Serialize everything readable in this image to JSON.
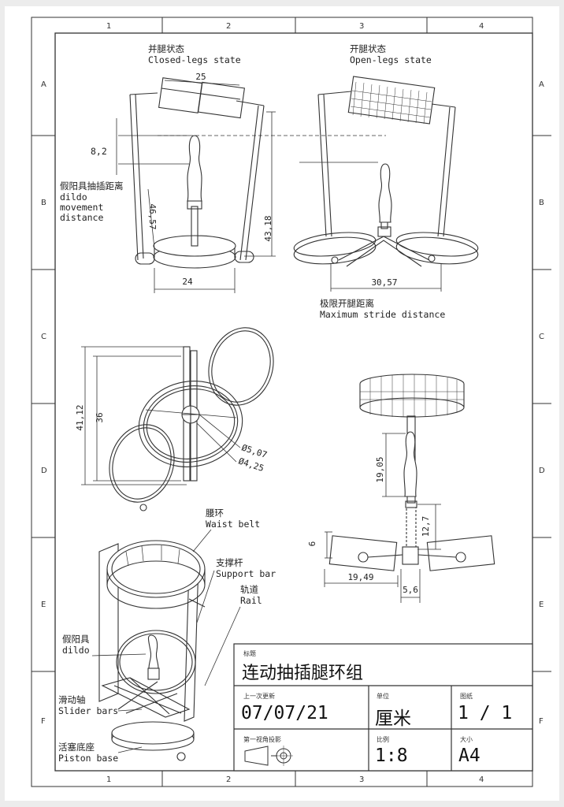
{
  "zones": {
    "columns": [
      "1",
      "2",
      "3",
      "4"
    ],
    "rows": [
      "A",
      "B",
      "C",
      "D",
      "E",
      "F"
    ]
  },
  "labels": {
    "closed_zh": "并腿状态",
    "closed_en": "Closed-legs state",
    "open_zh": "开腿状态",
    "open_en": "Open-legs state",
    "dildo_move_zh": "假阳具抽插距离",
    "dildo_move_en1": "dildo",
    "dildo_move_en2": "movement",
    "dildo_move_en3": "distance",
    "stride_zh": "极限开腿距离",
    "stride_en": "Maximum stride distance",
    "waist_zh": "腰环",
    "waist_en": "Waist belt",
    "support_zh": "支撑杆",
    "support_en": "Support bar",
    "rail_zh": "轨道",
    "rail_en": "Rail",
    "dildo_zh": "假阳具",
    "dildo_en": "dildo",
    "slider_zh": "滑动轴",
    "slider_en": "Slider bars",
    "piston_zh": "活塞底座",
    "piston_en": "Piston base"
  },
  "dimensions": {
    "d25": "25",
    "d8_2": "8,2",
    "d46_57": "46,57",
    "d43_18": "43,18",
    "d24": "24",
    "d30_57": "30,57",
    "d41_12": "41,12",
    "d36": "36",
    "d05_07": "Ø5,07",
    "d04_25": "Ø4,25",
    "d19_05": "19,05",
    "d12_7": "12,7",
    "d6": "6",
    "d19_49": "19,49",
    "d5_6": "5,6"
  },
  "title_block": {
    "title_label": "标题",
    "title_value": "连动抽插腿环组",
    "date_label": "上一次更新",
    "date_value": "07/07/21",
    "unit_label": "单位",
    "unit_value": "厘米",
    "sheet_label": "图纸",
    "sheet_value": "1 / 1",
    "projection_label": "第一视角投影",
    "scale_label": "比例",
    "scale_value": "1:8",
    "size_label": "大小",
    "size_value": "A4"
  }
}
